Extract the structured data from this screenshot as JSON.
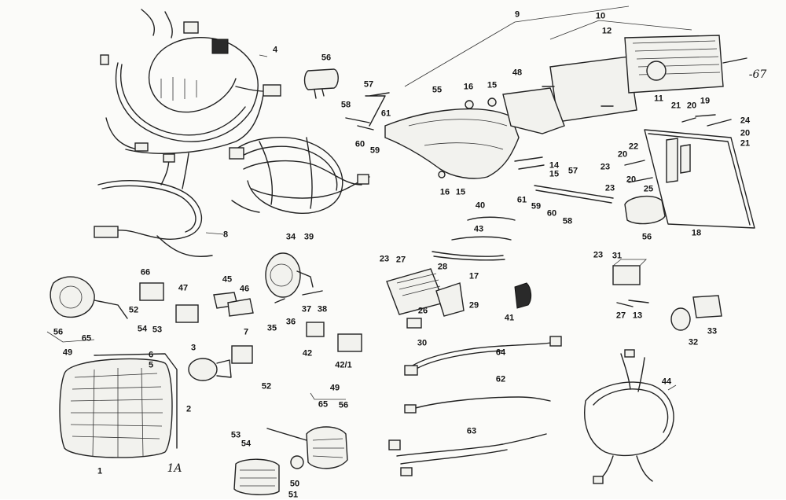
{
  "labels": [
    {
      "id": "l1",
      "text": "1"
    },
    {
      "id": "l1a",
      "text": "1A"
    },
    {
      "id": "l2",
      "text": "2"
    },
    {
      "id": "l3",
      "text": "3"
    },
    {
      "id": "l4",
      "text": "4"
    },
    {
      "id": "l5",
      "text": "5"
    },
    {
      "id": "l6",
      "text": "6"
    },
    {
      "id": "l7",
      "text": "7"
    },
    {
      "id": "l8",
      "text": "8"
    },
    {
      "id": "l9",
      "text": "9"
    },
    {
      "id": "l10",
      "text": "10"
    },
    {
      "id": "l11",
      "text": "11"
    },
    {
      "id": "l12",
      "text": "12"
    },
    {
      "id": "l13",
      "text": "13"
    },
    {
      "id": "l14",
      "text": "14"
    },
    {
      "id": "l15a",
      "text": "15"
    },
    {
      "id": "l15b",
      "text": "15"
    },
    {
      "id": "l15c",
      "text": "15"
    },
    {
      "id": "l16a",
      "text": "16"
    },
    {
      "id": "l16b",
      "text": "16"
    },
    {
      "id": "l17",
      "text": "17"
    },
    {
      "id": "l18",
      "text": "18"
    },
    {
      "id": "l19",
      "text": "19"
    },
    {
      "id": "l20a",
      "text": "20"
    },
    {
      "id": "l20b",
      "text": "20"
    },
    {
      "id": "l20c",
      "text": "20"
    },
    {
      "id": "l20d",
      "text": "20"
    },
    {
      "id": "l21a",
      "text": "21"
    },
    {
      "id": "l21b",
      "text": "21"
    },
    {
      "id": "l22",
      "text": "22"
    },
    {
      "id": "l23a",
      "text": "23"
    },
    {
      "id": "l23b",
      "text": "23"
    },
    {
      "id": "l23c",
      "text": "23"
    },
    {
      "id": "l23d",
      "text": "23"
    },
    {
      "id": "l24",
      "text": "24"
    },
    {
      "id": "l25",
      "text": "25"
    },
    {
      "id": "l26",
      "text": "26"
    },
    {
      "id": "l27a",
      "text": "27"
    },
    {
      "id": "l27b",
      "text": "27"
    },
    {
      "id": "l28",
      "text": "28"
    },
    {
      "id": "l29",
      "text": "29"
    },
    {
      "id": "l30",
      "text": "30"
    },
    {
      "id": "l31",
      "text": "31"
    },
    {
      "id": "l32",
      "text": "32"
    },
    {
      "id": "l33",
      "text": "33"
    },
    {
      "id": "l34",
      "text": "34"
    },
    {
      "id": "l35",
      "text": "35"
    },
    {
      "id": "l36",
      "text": "36"
    },
    {
      "id": "l37",
      "text": "37"
    },
    {
      "id": "l38",
      "text": "38"
    },
    {
      "id": "l39",
      "text": "39"
    },
    {
      "id": "l40",
      "text": "40"
    },
    {
      "id": "l41",
      "text": "41"
    },
    {
      "id": "l42",
      "text": "42"
    },
    {
      "id": "l42b",
      "text": "42/1"
    },
    {
      "id": "l43",
      "text": "43"
    },
    {
      "id": "l44",
      "text": "44"
    },
    {
      "id": "l45",
      "text": "45"
    },
    {
      "id": "l46",
      "text": "46"
    },
    {
      "id": "l47",
      "text": "47"
    },
    {
      "id": "l48",
      "text": "48"
    },
    {
      "id": "l49a",
      "text": "49"
    },
    {
      "id": "l49b",
      "text": "49"
    },
    {
      "id": "l50",
      "text": "50"
    },
    {
      "id": "l51",
      "text": "51"
    },
    {
      "id": "l52a",
      "text": "52"
    },
    {
      "id": "l52b",
      "text": "52"
    },
    {
      "id": "l53a",
      "text": "53"
    },
    {
      "id": "l53b",
      "text": "53"
    },
    {
      "id": "l54a",
      "text": "54"
    },
    {
      "id": "l54b",
      "text": "54"
    },
    {
      "id": "l55",
      "text": "55"
    },
    {
      "id": "l56a",
      "text": "56"
    },
    {
      "id": "l56b",
      "text": "56"
    },
    {
      "id": "l56c",
      "text": "56"
    },
    {
      "id": "l56d",
      "text": "56"
    },
    {
      "id": "l57a",
      "text": "57"
    },
    {
      "id": "l57b",
      "text": "57"
    },
    {
      "id": "l58a",
      "text": "58"
    },
    {
      "id": "l58b",
      "text": "58"
    },
    {
      "id": "l59a",
      "text": "59"
    },
    {
      "id": "l59b",
      "text": "59"
    },
    {
      "id": "l60a",
      "text": "60"
    },
    {
      "id": "l60b",
      "text": "60"
    },
    {
      "id": "l61a",
      "text": "61"
    },
    {
      "id": "l61b",
      "text": "61"
    },
    {
      "id": "l62",
      "text": "62"
    },
    {
      "id": "l63",
      "text": "63"
    },
    {
      "id": "l64",
      "text": "64"
    },
    {
      "id": "l65a",
      "text": "65"
    },
    {
      "id": "l65b",
      "text": "65"
    },
    {
      "id": "l66",
      "text": "66"
    },
    {
      "id": "lhand",
      "text": "-67"
    }
  ]
}
